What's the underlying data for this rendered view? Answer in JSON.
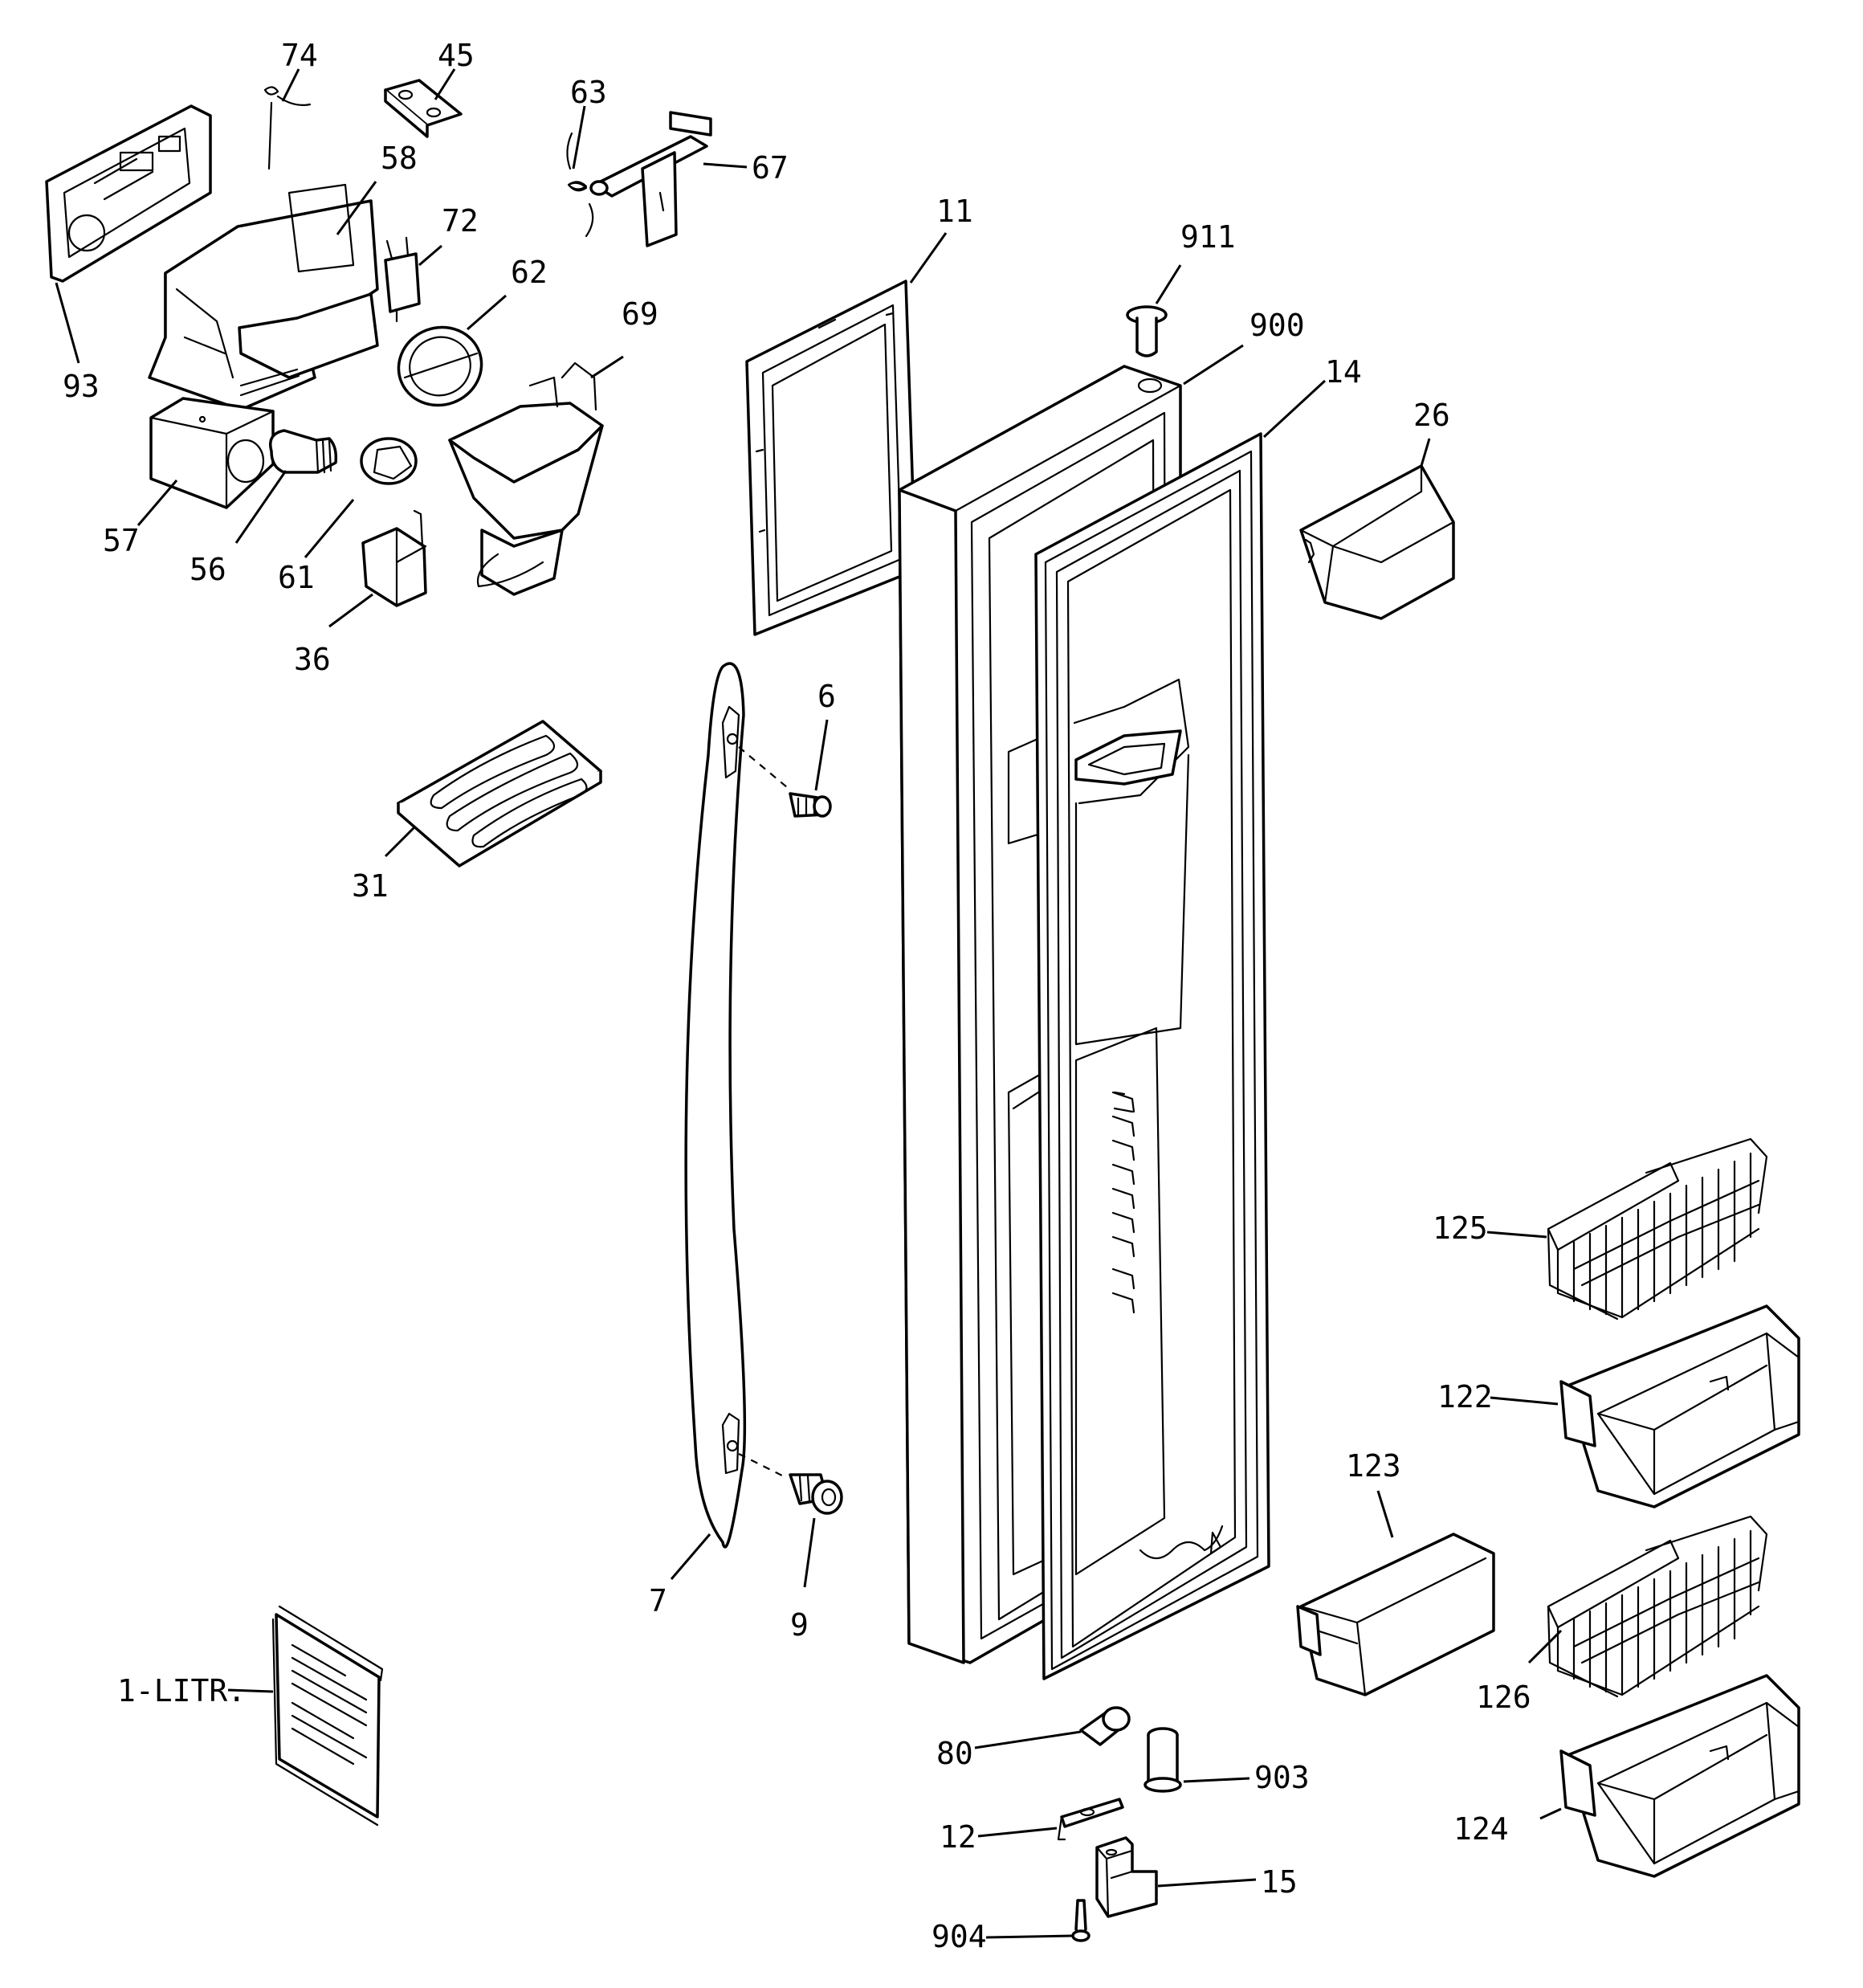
{
  "callouts": {
    "c74": "74",
    "c45": "45",
    "c63": "63",
    "c67": "67",
    "c58": "58",
    "c72": "72",
    "c62": "62",
    "c69": "69",
    "c93": "93",
    "c57": "57",
    "c56": "56",
    "c61": "61",
    "c36": "36",
    "c11": "11",
    "c911": "911",
    "c900": "900",
    "c14": "14",
    "c26": "26",
    "c6": "6",
    "c31": "31",
    "c7": "7",
    "c9": "9",
    "c125": "125",
    "c122": "122",
    "c123": "123",
    "c126": "126",
    "c124": "124",
    "c1litr": "1-LITR.",
    "c80": "80",
    "c903": "903",
    "c12": "12",
    "c15": "15",
    "c904": "904"
  }
}
